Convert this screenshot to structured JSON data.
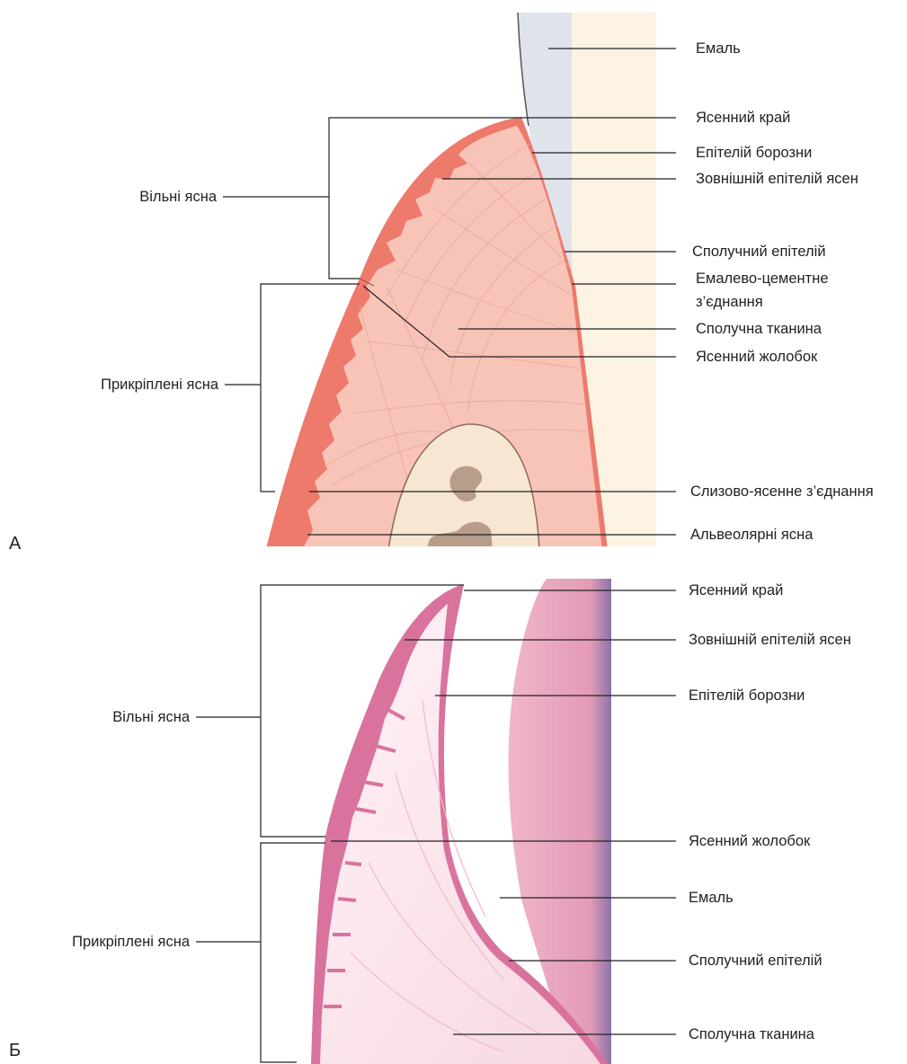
{
  "panel_a": {
    "letter": "А",
    "labels": {
      "enamel": "Емаль",
      "gingival_margin": "Ясенний край",
      "sulcular_epithelium": "Епітелій борозни",
      "outer_epithelium": "Зовнішній епітелій ясен",
      "junctional_epithelium": "Сполучний епітелій",
      "cej_line1": "Емалево-цементне",
      "cej_line2": "з’єднання",
      "connective_tissue": "Сполучна тканина",
      "gingival_groove": "Ясенний жолобок",
      "mucogingival_junction": "Слизово-ясенне з’єднання",
      "alveolar_gingiva": "Альвеолярні ясна",
      "free_gingiva": "Вільні ясна",
      "attached_gingiva": "Прикріплені ясна"
    }
  },
  "panel_b": {
    "letter": "Б",
    "labels": {
      "gingival_margin": "Ясенний край",
      "outer_epithelium": "Зовнішній епітелій ясен",
      "sulcular_epithelium": "Епітелій борозни",
      "gingival_groove": "Ясенний жолобок",
      "enamel": "Емаль",
      "junctional_epithelium": "Сполучний епітелій",
      "connective_tissue": "Сполучна тканина",
      "free_gingiva": "Вільні ясна",
      "attached_gingiva": "Прикріплені ясна"
    }
  },
  "colors": {
    "enamel": "#dfe3ea",
    "dentin": "#fdf3e3",
    "epithelium": "#ee7a6c",
    "connective": "#f8c4b8",
    "cementum": "#6fa488",
    "bone": "#f6e6d2",
    "marrow": "#b79d8a",
    "histo_pink": "#d9739e",
    "histo_enamel": "#e7a2bb"
  }
}
